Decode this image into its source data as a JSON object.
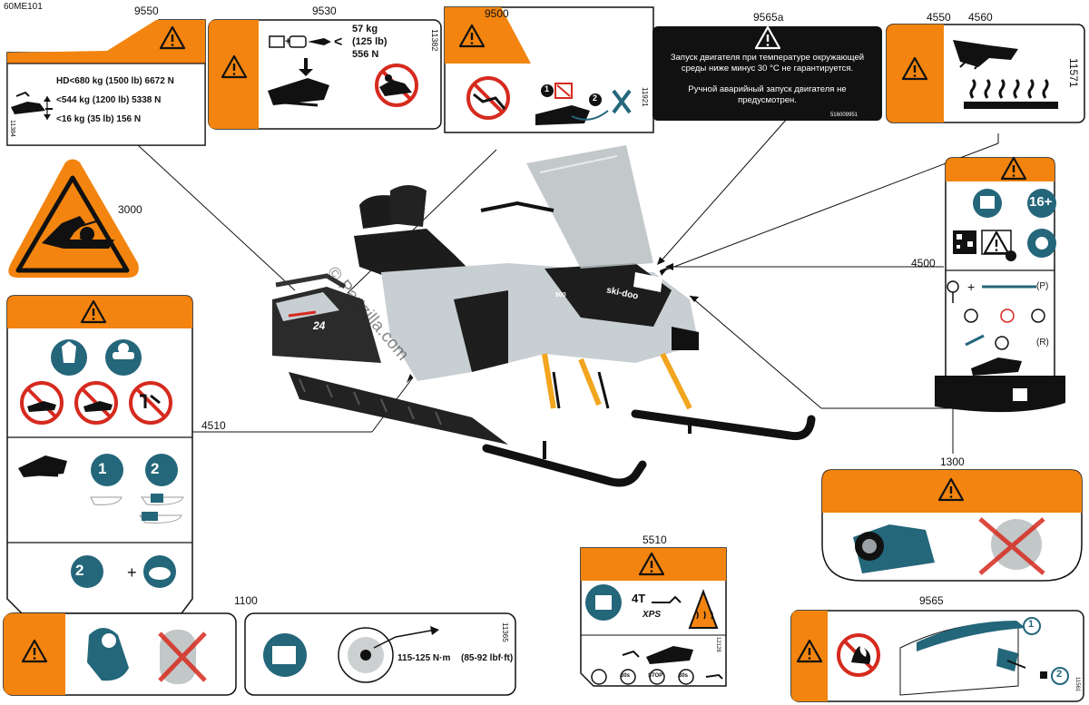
{
  "doc_code": "60ME101",
  "watermark": "© Partzilla.com",
  "colors": {
    "orange": "#f2840f",
    "teal": "#24667a",
    "red": "#d62a1e",
    "black": "#111111",
    "grey": "#9aa1a4"
  },
  "callouts": {
    "c9550": "9550",
    "c9530": "9530",
    "c9500": "9500",
    "c9565a": "9565a",
    "c4550": "4550",
    "c4560": "4560",
    "c3000": "3000",
    "c4500": "4500",
    "c4510": "4510",
    "c1300": "1300",
    "c5510": "5510",
    "c1100": "1100",
    "c9565": "9565"
  },
  "label_9550": {
    "hd": "HD<680 kg (1500 lb) 6672 N",
    "mid": "<544 kg (1200 lb) 5338 N",
    "low": "<16 kg (35 lb) 156 N",
    "code": "11384"
  },
  "label_9530": {
    "w1": "57 kg",
    "w2": "(125 lb)",
    "w3": "556 N",
    "lt": "<",
    "plus": "+",
    "code": "11382"
  },
  "label_9500": {
    "code": "11921",
    "n1": "1",
    "n2": "2"
  },
  "label_9565a": {
    "line1": "Запуск двигателя при температуре окружающей",
    "line2": "среды ниже минус 30 °C не гарантируется.",
    "line3": "Ручной аварийный запуск двигателя не",
    "line4": "предусмотрен.",
    "code": "516009951"
  },
  "label_4550": {
    "code": "11571"
  },
  "label_4500": {
    "age": "16+",
    "p1": "(P)",
    "p2": "(R)"
  },
  "label_4510": {
    "seat1": "1",
    "seat2": "2",
    "seat3": "2"
  },
  "label_5510": {
    "fourt": "4T",
    "xps": "XPS",
    "code": "12128",
    "t1": "30s",
    "t2": "30s",
    "stop": "STOP"
  },
  "label_1100": {
    "torque": "115-125 N·m",
    "torque_lbf": "(85-92 lbf·ft)",
    "code": "11365"
  },
  "label_9565": {
    "code": "11561",
    "n1": "1",
    "n2": "2"
  },
  "sled": {
    "model": "24",
    "brand": "ski-doo",
    "engine": "900"
  }
}
